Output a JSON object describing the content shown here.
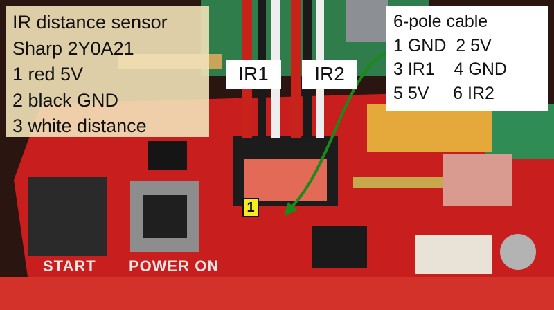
{
  "left_box": {
    "lines": [
      "IR distance sensor",
      "Sharp 2Y0A21",
      "1 red 5V",
      "2 black GND",
      "3 white distance"
    ]
  },
  "right_box": {
    "lines": [
      "6-pole cable",
      "1 GND  2 5V",
      "3 IR1    4 GND",
      "5 5V     6 IR2"
    ]
  },
  "ir_labels": {
    "ir1": "IR1",
    "ir2": "IR2"
  },
  "pin_marker": "1",
  "board_labels": {
    "start": "START",
    "power_on": "POWER ON"
  },
  "colors": {
    "pcb": "#c81e1e",
    "arrow": "#1a8a1a",
    "marker": "#f4ec1c",
    "left_box_bg": "#f2e2b9",
    "right_box_bg": "#ffffff"
  }
}
